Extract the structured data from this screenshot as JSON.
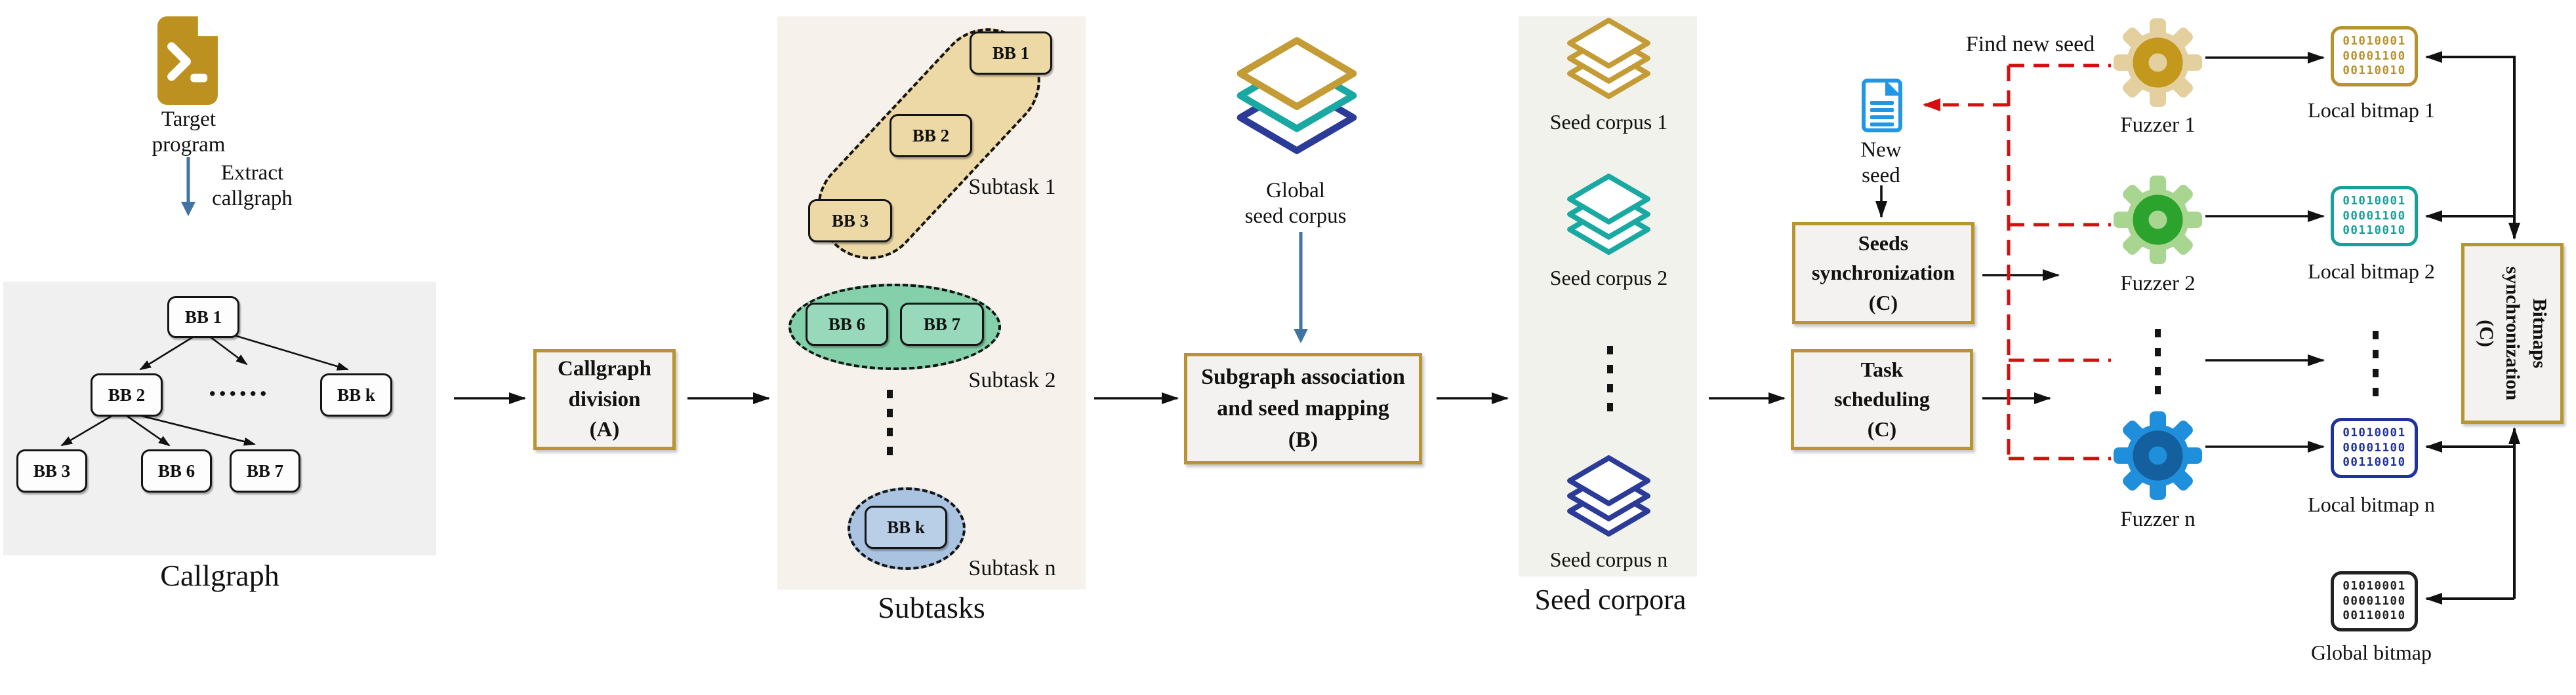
{
  "colors": {
    "gold_border": "#b8952e",
    "box_fill": "#f3f2f0",
    "red_dashed": "#d40f0f",
    "blue_arrow": "#4173a3",
    "target_icon_gold": "#bd9120",
    "new_seed_blue": "#1f97e6",
    "subtask1_tan": "#ecd9a6",
    "subtask2_green": "#84d0aa",
    "subtaskn_blue": "#a9c3e1",
    "fuzzer1_light": "#e4d09e",
    "fuzzer1_dark": "#c3981d",
    "fuzzer2_light": "#a8d690",
    "fuzzer2_dark": "#2ba32c",
    "fuzzern_light": "#1f8fdb",
    "fuzzern_dark": "#145f9e",
    "bitmap1_gold": "#b8922c",
    "bitmap2_teal": "#18a09a",
    "bitmapn_navy": "#20339b",
    "bitmap_global_black": "#222222",
    "corpus1_gold": "#c49b35",
    "corpus2_teal": "#1aa9a2",
    "corpusn_navy": "#2b3b97"
  },
  "target": {
    "label_line1": "Target",
    "label_line2": "program",
    "arrow_line1": "Extract",
    "arrow_line2": "callgraph"
  },
  "callgraph": {
    "caption": "Callgraph",
    "bb1": "BB 1",
    "bb2": "BB 2",
    "bbk": "BB k",
    "bb3": "BB 3",
    "bb6": "BB 6",
    "bb7": "BB 7",
    "ellipsis": "......"
  },
  "box_a": {
    "line1": "Callgraph",
    "line2": "division",
    "line3": "(A)"
  },
  "subtasks": {
    "caption": "Subtasks",
    "s1_label": "Subtask 1",
    "s1_bb1": "BB 1",
    "s1_bb2": "BB 2",
    "s1_bb3": "BB 3",
    "s2_label": "Subtask 2",
    "s2_bb6": "BB 6",
    "s2_bb7": "BB 7",
    "sn_label": "Subtask n",
    "sn_bbk": "BB k"
  },
  "global_corpus": {
    "label_line1": "Global",
    "label_line2": "seed corpus"
  },
  "box_b": {
    "line1": "Subgraph association",
    "line2": "and seed mapping",
    "line3": "(B)"
  },
  "seed_corpora": {
    "caption": "Seed corpora",
    "item1": "Seed corpus 1",
    "item2": "Seed corpus 2",
    "itemn": "Seed corpus n"
  },
  "seeds_sync": {
    "line1": "Seeds",
    "line2": "synchronization",
    "line3": "(C)"
  },
  "task_scheduling": {
    "line1": "Task",
    "line2": "scheduling",
    "line3": "(C)"
  },
  "new_seed": {
    "label_line1": "New",
    "label_line2": "seed"
  },
  "find_new_seed": "Find new seed",
  "fuzzers": {
    "f1": "Fuzzer 1",
    "f2": "Fuzzer 2",
    "fn": "Fuzzer n"
  },
  "bitmaps": {
    "local1": "Local bitmap 1",
    "local2": "Local bitmap 2",
    "localn": "Local bitmap n",
    "global": "Global bitmap",
    "binary1": "01010001",
    "binary2": "00001100",
    "binary3": "00110010"
  },
  "bitmaps_sync": {
    "line1": "Bitmaps",
    "line2": "synchronization",
    "line3": "(C)"
  }
}
